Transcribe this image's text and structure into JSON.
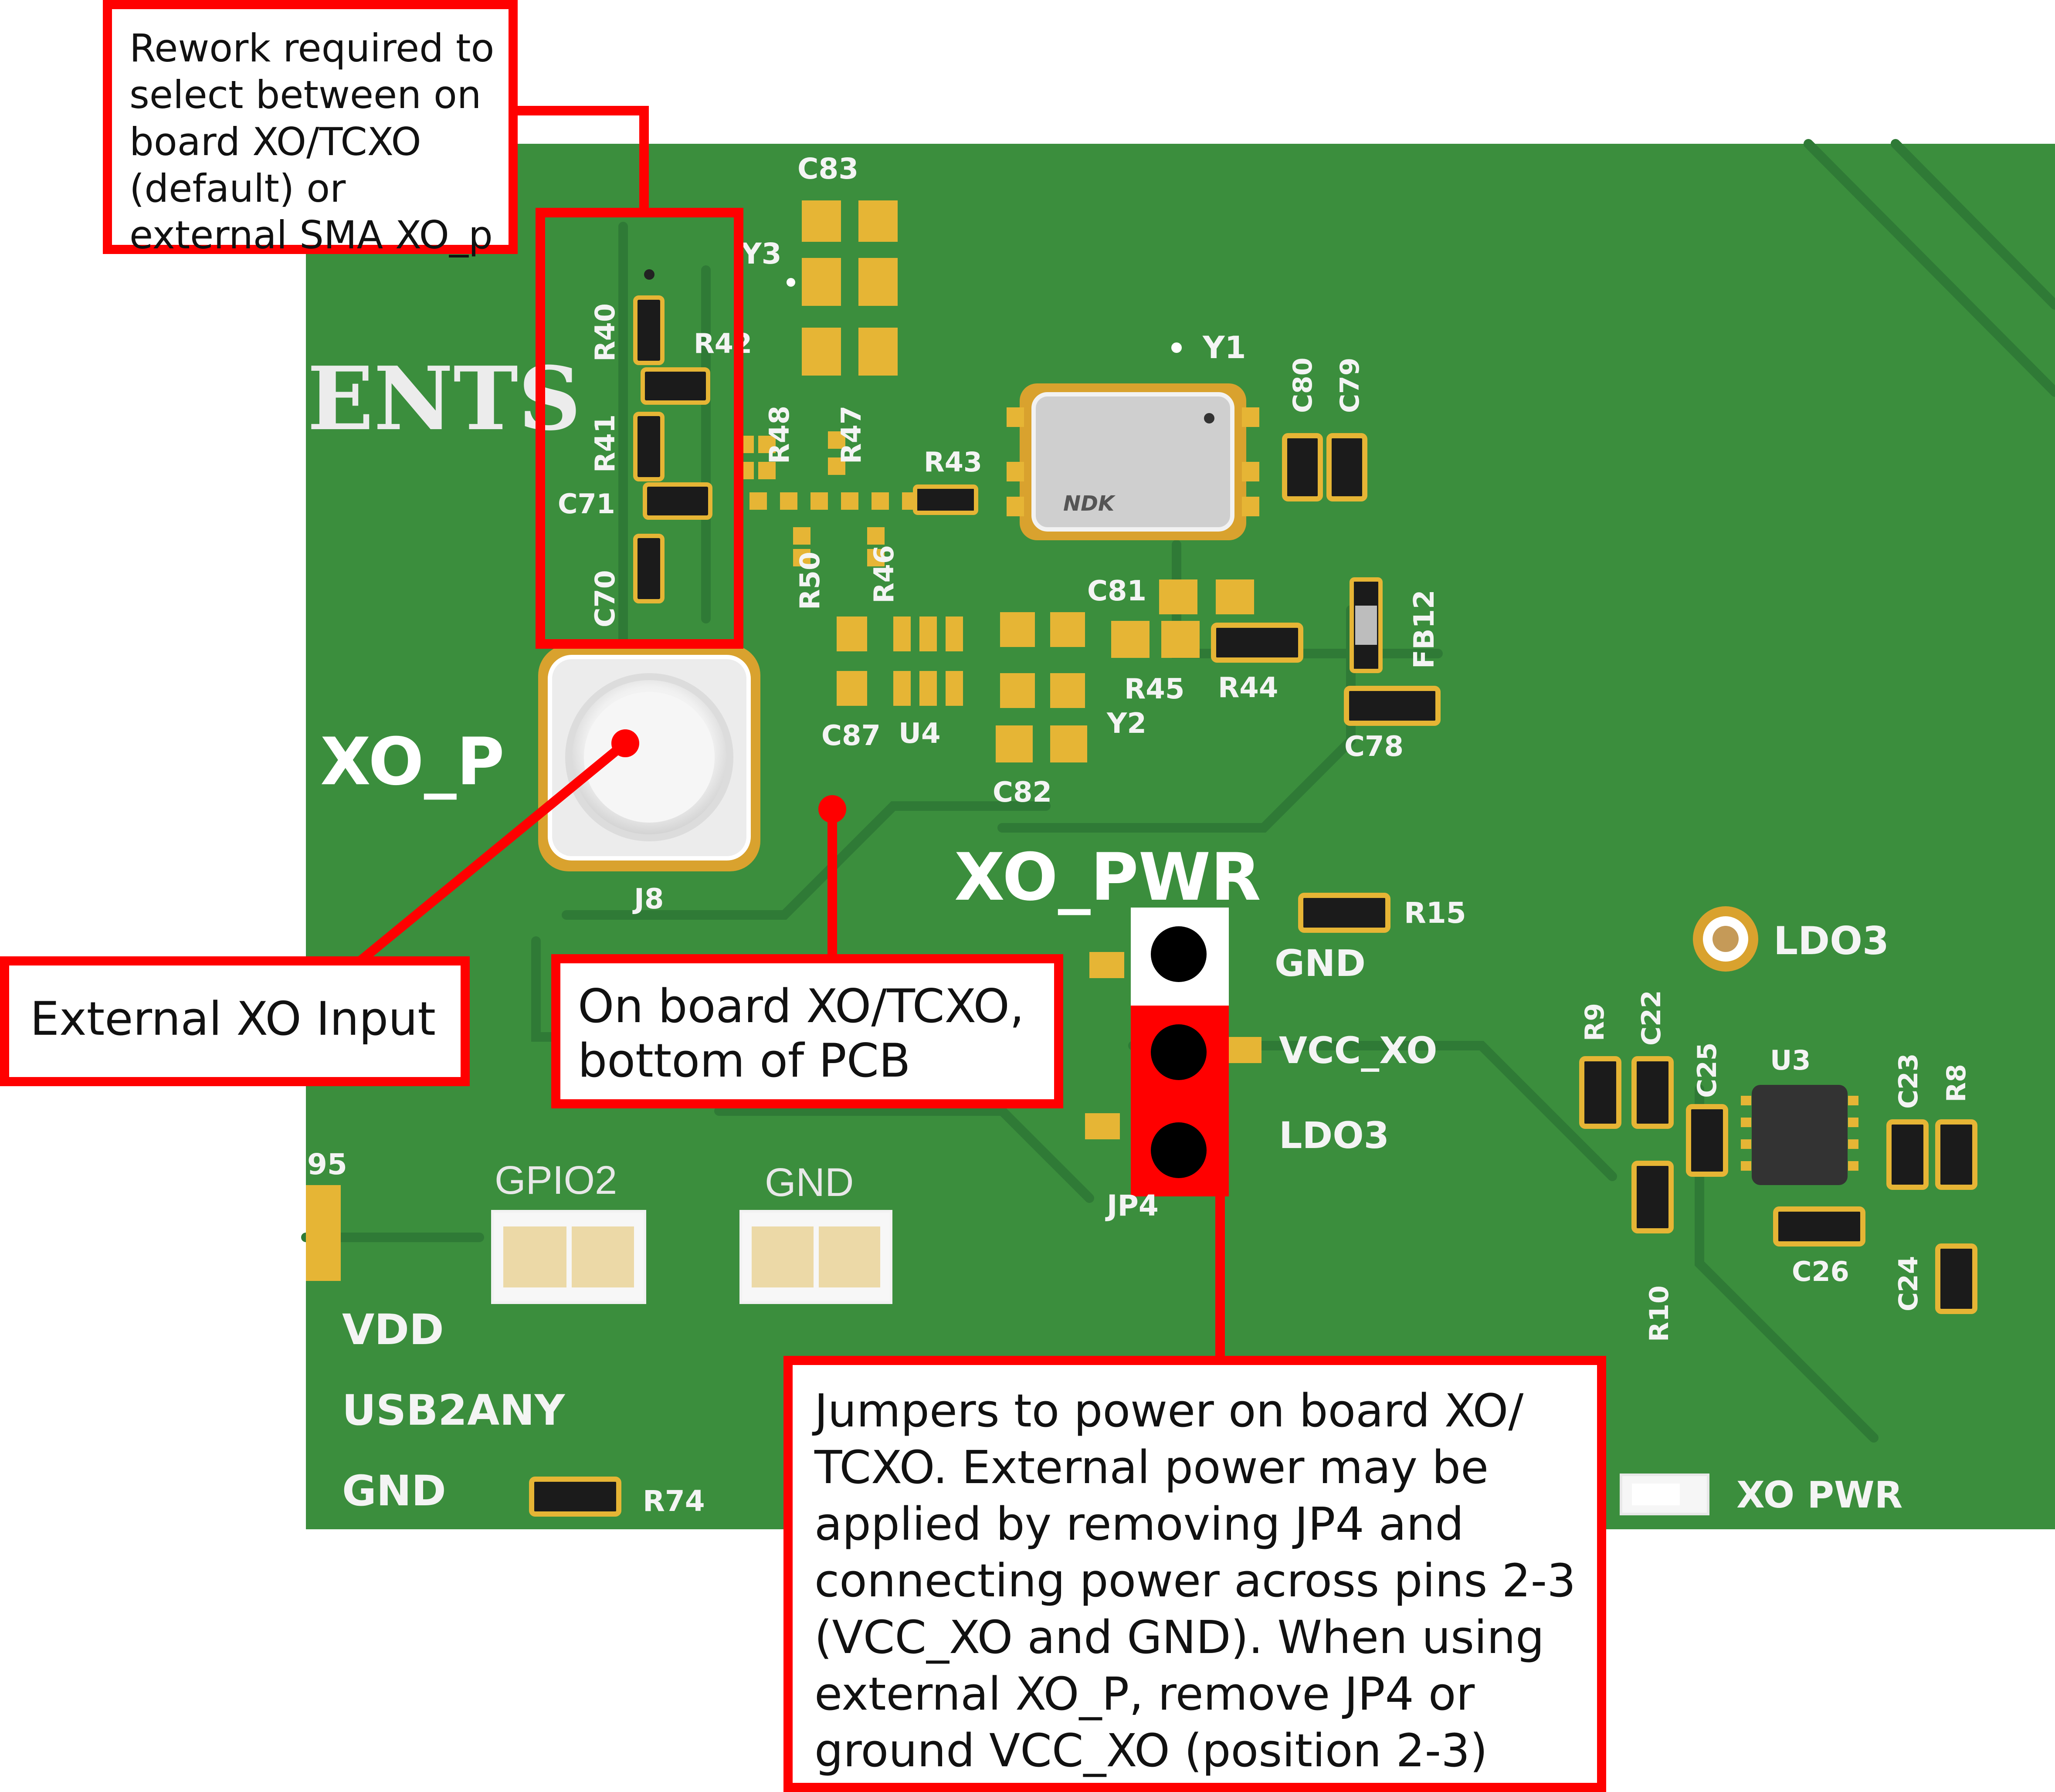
{
  "colors": {
    "board": "#3b8e3d",
    "trace": "#2f7a36",
    "pad": "#e6b535",
    "callout": "#ff0000",
    "silk": "#f4f4f4"
  },
  "board": {
    "logo_fragment": "ENTS",
    "refdes": {
      "c83": "C83",
      "y3": "Y3",
      "r40": "R40",
      "r42": "R42",
      "r41": "R41",
      "r48": "R48",
      "r47": "R47",
      "r43": "R43",
      "c71": "C71",
      "c70": "C70",
      "r50": "R50",
      "r46": "R46",
      "y1": "Y1",
      "c80": "C80",
      "c79": "C79",
      "c81": "C81",
      "r45": "R45",
      "r44": "R44",
      "fb12": "FB12",
      "c78": "C78",
      "y2": "Y2",
      "c87": "C87",
      "u4": "U4",
      "c82": "C82",
      "j8": "J8",
      "r15": "R15",
      "jp4": "JP4",
      "r9": "R9",
      "c22": "C22",
      "c25": "C25",
      "u3": "U3",
      "c23": "C23",
      "r8": "R8",
      "c26": "C26",
      "c24": "C24",
      "r10": "R10",
      "r95": "95",
      "r74": "R74"
    },
    "labels": {
      "xo_p": "XO_P",
      "xo_pwr": "XO_PWR",
      "gnd_jp": "GND",
      "vcc_xo": "VCC_XO",
      "ldo3_jp": "LDO3",
      "ldo3_tp": "LDO3",
      "gpio2": "GPIO2",
      "gnd_tp": "GND",
      "vdd": "VDD",
      "usb2any": "USB2ANY",
      "gnd_bottom": "GND",
      "xo_pwr_led": "XO PWR",
      "chip_marking": "NDK"
    }
  },
  "callouts": {
    "rework": [
      "Rework required to",
      "select between on",
      "board XO/TCXO",
      "(default) or",
      "external SMA XO_p"
    ],
    "external_xo": [
      "External XO Input"
    ],
    "onboard": [
      "On board XO/TCXO,",
      "bottom of PCB"
    ],
    "jumpers": [
      "Jumpers to power on board XO/",
      "TCXO. External power may be",
      "applied by removing JP4 and",
      "connecting power across pins 2-3",
      "(VCC_XO and GND). When using",
      "external XO_P, remove JP4 or",
      "ground VCC_XO (position 2-3)"
    ]
  }
}
